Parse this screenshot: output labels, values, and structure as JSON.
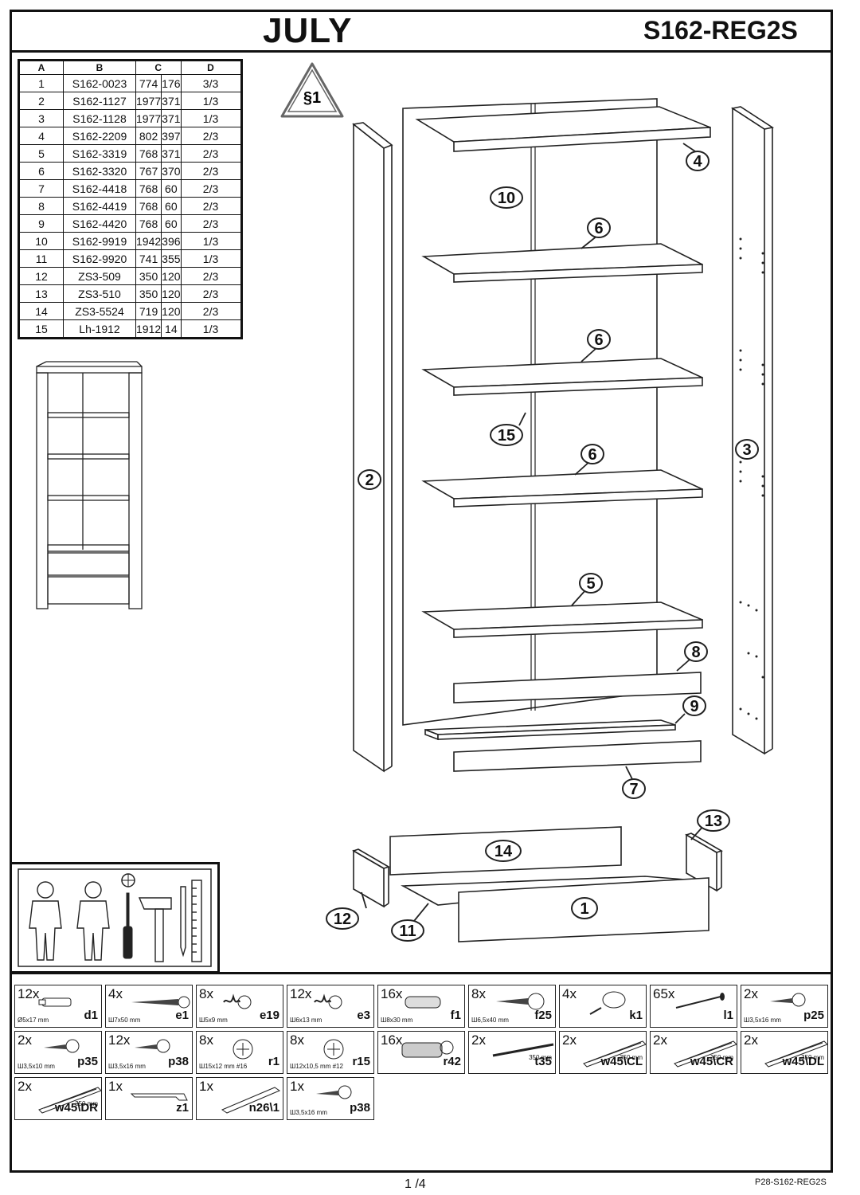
{
  "header": {
    "title": "JULY",
    "code": "S162-REG2S"
  },
  "parts_table": {
    "headers": [
      "A",
      "B",
      "C",
      "D"
    ],
    "rows": [
      [
        "1",
        "S162-0023",
        "774",
        "176",
        "3/3"
      ],
      [
        "2",
        "S162-1127",
        "1977",
        "371",
        "1/3"
      ],
      [
        "3",
        "S162-1128",
        "1977",
        "371",
        "1/3"
      ],
      [
        "4",
        "S162-2209",
        "802",
        "397",
        "2/3"
      ],
      [
        "5",
        "S162-3319",
        "768",
        "371",
        "2/3"
      ],
      [
        "6",
        "S162-3320",
        "767",
        "370",
        "2/3"
      ],
      [
        "7",
        "S162-4418",
        "768",
        "60",
        "2/3"
      ],
      [
        "8",
        "S162-4419",
        "768",
        "60",
        "2/3"
      ],
      [
        "9",
        "S162-4420",
        "768",
        "60",
        "2/3"
      ],
      [
        "10",
        "S162-9919",
        "1942",
        "396",
        "1/3"
      ],
      [
        "11",
        "S162-9920",
        "741",
        "355",
        "1/3"
      ],
      [
        "12",
        "ZS3-509",
        "350",
        "120",
        "2/3"
      ],
      [
        "13",
        "ZS3-510",
        "350",
        "120",
        "2/3"
      ],
      [
        "14",
        "ZS3-5524",
        "719",
        "120",
        "2/3"
      ],
      [
        "15",
        "Lh-1912",
        "1912",
        "14",
        "1/3"
      ]
    ]
  },
  "warning_sign": "§1",
  "callouts": {
    "c1": "1",
    "c2": "2",
    "c3": "3",
    "c4": "4",
    "c5": "5",
    "c6a": "6",
    "c6b": "6",
    "c6c": "6",
    "c7": "7",
    "c8": "8",
    "c9": "9",
    "c10": "10",
    "c11": "11",
    "c12": "12",
    "c13": "13",
    "c14": "14",
    "c15": "15"
  },
  "hardware": [
    {
      "qty": "12x",
      "label": "d1",
      "dim": "Ø5x17 mm",
      "icon": "dowel-icon"
    },
    {
      "qty": "4x",
      "label": "e1",
      "dim": "Ш7x50 mm",
      "icon": "long-screw-icon"
    },
    {
      "qty": "8x",
      "label": "e19",
      "dim": "Ш5x9 mm",
      "icon": "short-screw-icon"
    },
    {
      "qty": "12x",
      "label": "e3",
      "dim": "Ш6x13 mm",
      "icon": "short-screw-icon"
    },
    {
      "qty": "16x",
      "label": "f1",
      "dim": "Ш8x30 mm",
      "icon": "wood-dowel-icon"
    },
    {
      "qty": "8x",
      "label": "f25",
      "dim": "Ш6,5x40 mm",
      "icon": "bolt-icon"
    },
    {
      "qty": "4x",
      "label": "k1",
      "dim": "",
      "icon": "glide-icon"
    },
    {
      "qty": "65x",
      "label": "l1",
      "dim": "",
      "icon": "nail-icon"
    },
    {
      "qty": "2x",
      "label": "p25",
      "dim": "Ш3,5x16 mm",
      "icon": "screw-icon"
    },
    {
      "qty": "2x",
      "label": "p35",
      "dim": "Ш3,5x10 mm",
      "icon": "screw-icon"
    },
    {
      "qty": "12x",
      "label": "p38",
      "dim": "Ш3,5x16 mm",
      "icon": "screw-icon"
    },
    {
      "qty": "8x",
      "label": "r1",
      "dim": "Ш15x12 mm #16",
      "icon": "cam-lock-icon"
    },
    {
      "qty": "8x",
      "label": "r15",
      "dim": "Ш12x10,5 mm #12",
      "icon": "cam-lock-icon"
    },
    {
      "qty": "16x",
      "label": "r42",
      "dim": "",
      "icon": "connector-bolt-icon"
    },
    {
      "qty": "2x",
      "label": "t35",
      "dim": "350 mm",
      "icon": "rail-icon"
    },
    {
      "qty": "2x",
      "label": "w45\\CL",
      "dim": "350 mm",
      "icon": "drawer-slide-icon"
    },
    {
      "qty": "2x",
      "label": "w45\\CR",
      "dim": "350 mm",
      "icon": "drawer-slide-icon"
    },
    {
      "qty": "2x",
      "label": "w45\\DL",
      "dim": "350 mm",
      "icon": "drawer-slide-icon"
    },
    {
      "qty": "2x",
      "label": "w45\\DR",
      "dim": "350 mm",
      "icon": "drawer-slide-icon"
    },
    {
      "qty": "1x",
      "label": "z1",
      "dim": "",
      "icon": "hex-key-icon"
    },
    {
      "qty": "1x",
      "label": "n26\\1",
      "dim": "",
      "icon": "wall-strap-icon"
    },
    {
      "qty": "1x",
      "label": "p38",
      "dim": "Ш3,5x16 mm",
      "icon": "screw-icon"
    }
  ],
  "footer": {
    "page": "1 /4",
    "ref": "P28-S162-REG2S"
  }
}
